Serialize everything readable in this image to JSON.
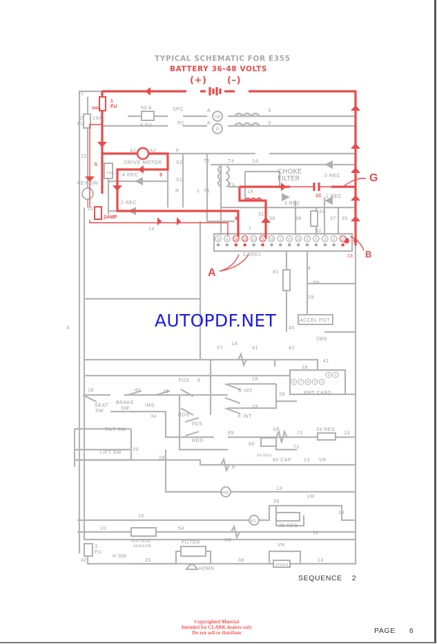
{
  "header": {
    "title": "TYPICAL SCHEMATIC FOR E355",
    "subtitle": "BATTERY 36-48 VOLTS",
    "battery_plus": "(+)",
    "battery_minus": "(–)"
  },
  "callouts": {
    "a": "A",
    "b": "B",
    "g": "G"
  },
  "labels": {
    "w1": "1",
    "fu1": "1",
    "fu1b": "FU",
    "fu500": "500A.",
    "fu2": "2",
    "fu2b": "FU",
    "fu15": "15A.",
    "fu50": "50 A.",
    "fu4": "4 FU",
    "spc": "SPC",
    "pc": "PC",
    "a1": "A",
    "a2": "A",
    "s1": "S",
    "s2": "S",
    "sp": "SP",
    "p": "P",
    "w5a": "5",
    "w5b": "5",
    "w12": "12",
    "key_sw": "KEY  SW",
    "w10": "10",
    "amp2": "2AMP",
    "ma1": "A1",
    "ma2": "A2",
    "drive_motor": "DRIVE  MOTOR",
    "w9": "9",
    "rec4": "4  REC",
    "rec2": "2 REC",
    "trs": "TRS",
    "f": "F",
    "s3": "S2",
    "s1b": "S1",
    "rr": "R",
    "t2": "T2",
    "t4": "T4",
    "t1": "T1",
    "t3": "T3",
    "w1b": "1",
    "sw1a": "1A",
    "choke": "CHOKE",
    "filter": "FILTER",
    "rec5": "5 REC",
    "c1": "1C",
    "rec1": "1 REC",
    "rec3": "3 REC",
    "x1": "1X",
    "w31": "31",
    "w36": "36",
    "w38": "38",
    "w32": "32",
    "w37": "37",
    "w35": "35",
    "w32b": "32",
    "w14": "14",
    "w8": "8",
    "w1c": "1",
    "card": "CARD",
    "card1": "1",
    "w13": "13",
    "w41": "41",
    "w4": "4",
    "tp": "TP",
    "w29": "29",
    "accel": "ACCEL  POT",
    "w45": "45",
    "ms2": "2MS",
    "w3": "3",
    "w27": "27",
    "sw1a2": "1A",
    "w41b": "41",
    "w41c": "41",
    "w41d": "41",
    "pmt": "PMT CARD",
    "w18": "18",
    "w18b": "18",
    "w18c": "18",
    "w19": "19",
    "seat": "SEAT",
    "seat2": "SW",
    "brake": "BRAKE",
    "brake2": "SW",
    "w40": "40",
    "ims": "IMS",
    "w15": "15",
    "fds": "FDS",
    "rds": "RDS",
    "w6": "6",
    "rint": "R  INT",
    "fint": "F  INT",
    "w28": "28",
    "w34": "34",
    "fds2": "FDS",
    "rds2": "RDS",
    "w89": "89",
    "tilt": "TILT   SW",
    "lift": "LIFT  SW",
    "w20": "20",
    "w28b": "28",
    "sp2": "SP",
    "w71": "71",
    "res33": "33 RES",
    "w13b": "13",
    "w60": "60",
    "res60": "60 RES",
    "cap60": "60 CAP",
    "w71b": "71",
    "vr": "VR",
    "w13c": "13",
    "pcoil": "P",
    "hm": "HM",
    "w13d": "13",
    "w36b": "36",
    "vr2": "VR",
    "b1": "B1",
    "res35": "35 RES",
    "w13e": "13",
    "w10b": "10",
    "w10c": "10",
    "vs": "VOLTAGE",
    "vs2": "SENSOR",
    "w54": "54",
    "vr3": "VR",
    "w12b": "12",
    "fu3": "3",
    "fu3b": "FU",
    "w42": "42",
    "hsw": "H  SW",
    "w25": "25",
    "filter2": "FILTER",
    "horn": "HORN",
    "w38b": "38",
    "vr4": "VR",
    "res34": "34RES",
    "w13f": "13"
  },
  "card_terminals": [
    "6",
    "4",
    "14",
    "13",
    "10",
    "11",
    "15",
    "1",
    "8",
    "16",
    "9",
    "5",
    "2",
    "3",
    "7"
  ],
  "pmt_terminals": [
    "5",
    "7",
    "4",
    "2",
    "3",
    "6",
    "1"
  ],
  "watermark": "AUTOPDF.NET",
  "footer": {
    "sequence_label": "SEQUENCE",
    "sequence_number": "2",
    "page_label": "PAGE",
    "page_number": "6",
    "copyright": [
      "Copyrighted Material",
      "Intended for CLARK dealers only",
      "Do not sell or distribute"
    ]
  },
  "colors": {
    "wire": "#b4b4b4",
    "active_path": "#e84b4a",
    "watermark": "#1a1ae6"
  }
}
